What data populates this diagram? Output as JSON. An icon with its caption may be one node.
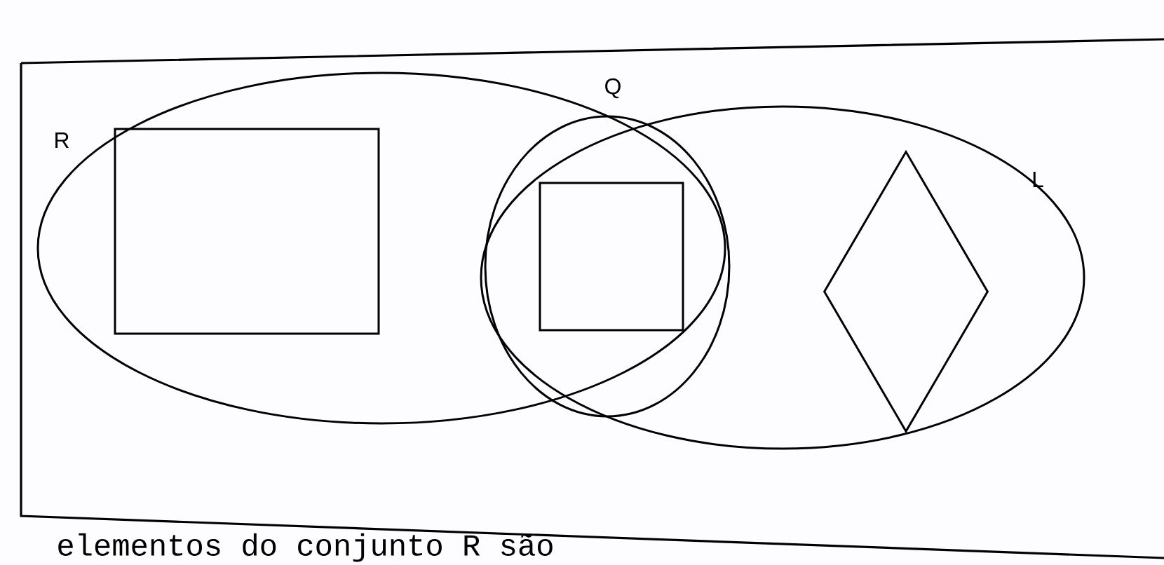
{
  "diagram": {
    "nodes": [
      {
        "text": [
          "R"
        ]
      },
      {
        "text": [],
        "shape": "box",
        "in": 0
      },
      {
        "text": [
          "Q"
        ]
      },
      {
        "text": [],
        "shape": "box",
        "in": 2
      },
      {
        "text": [
          "L"
        ]
      },
      {
        "text": [],
        "shape": "diamond",
        "in": 4
      }
    ],
    "edges": [],
    "labels": [
      "elementos do conjunto R são"
    ]
  }
}
